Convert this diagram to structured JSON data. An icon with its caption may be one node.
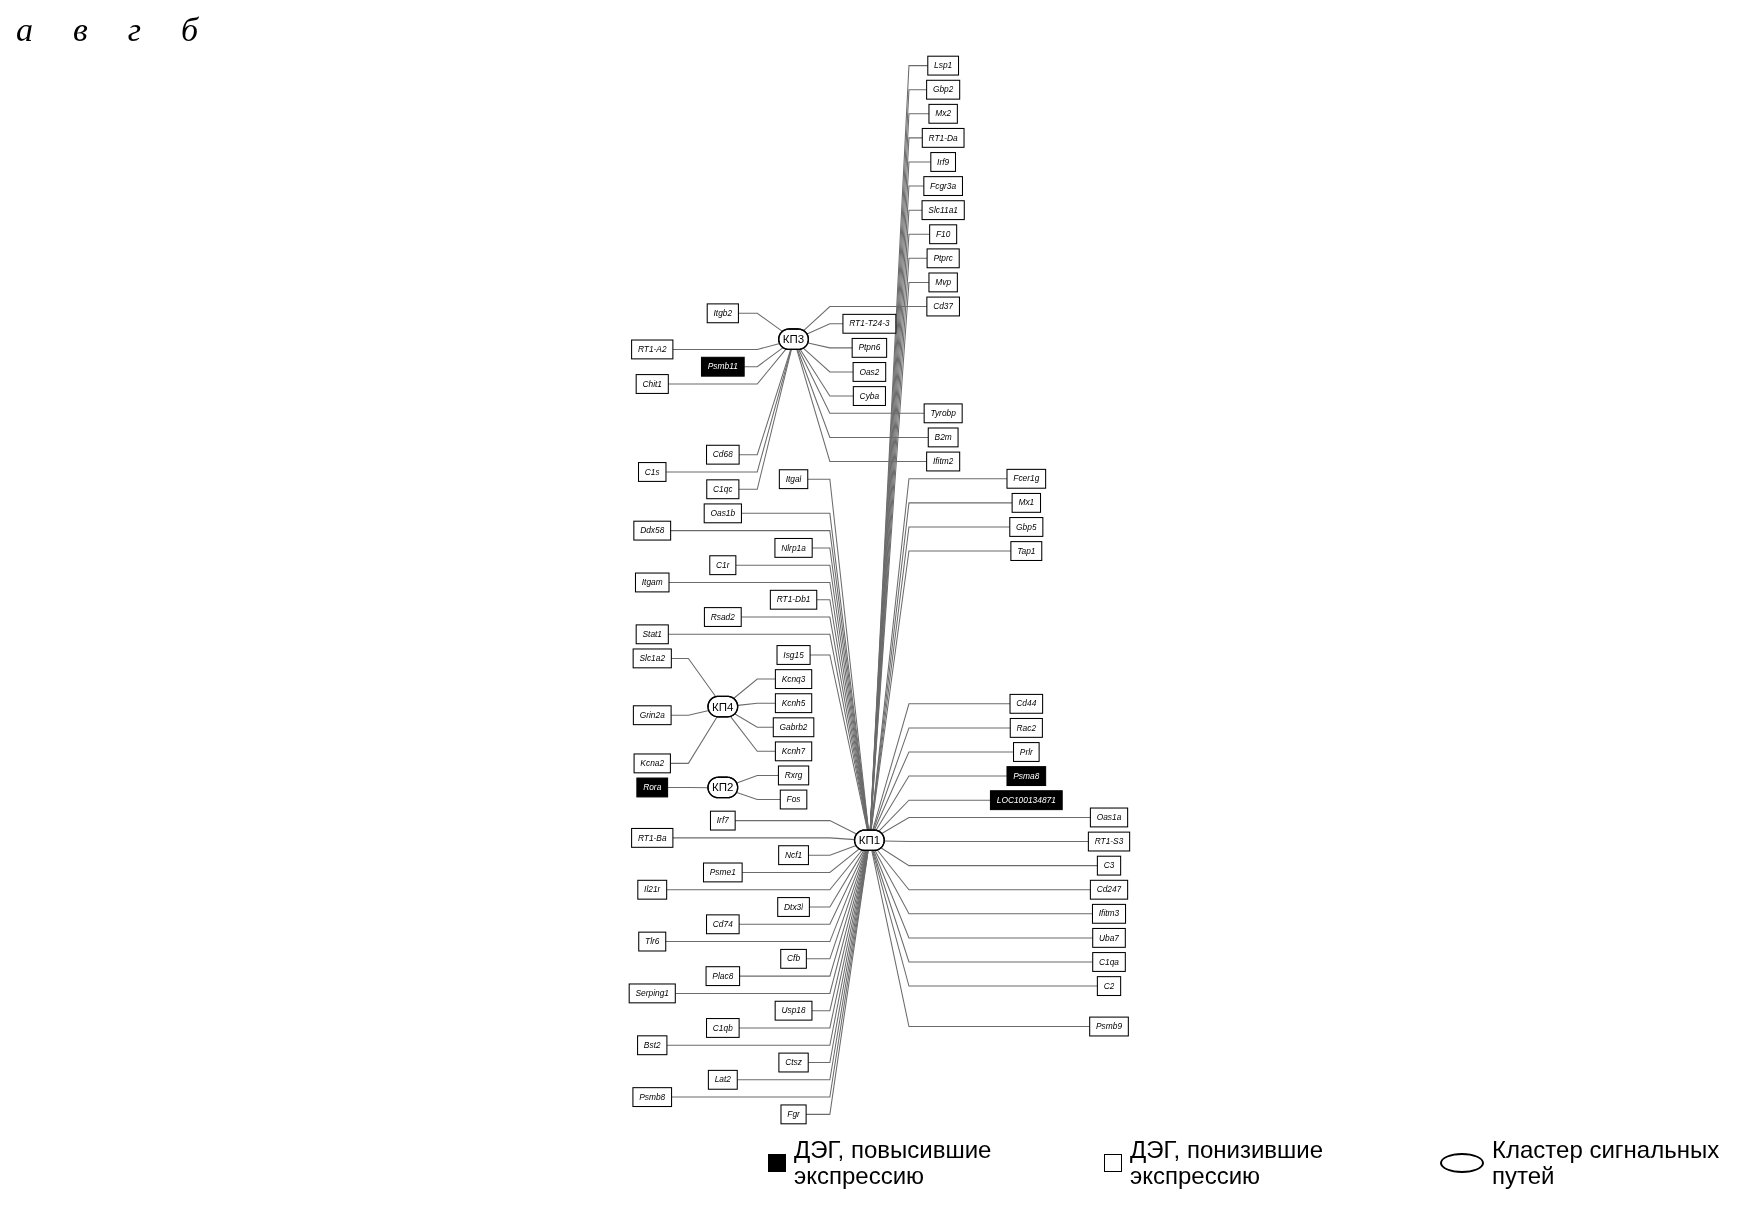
{
  "diagram": {
    "nodes": [
      {
        "text": [
          "КП1"
        ]
      },
      {
        "text": [
          "Lsp1"
        ]
      },
      {
        "text": [
          "Itgal"
        ]
      },
      {
        "text": [
          "Fcer1g"
        ]
      },
      {
        "text": [
          "Oas1b"
        ]
      },
      {
        "text": [
          "Oas1a"
        ]
      },
      {
        "text": [
          "Ddx58"
        ]
      },
      {
        "text": [
          "Gbp2"
        ]
      },
      {
        "text": [
          "Nlrp1a"
        ]
      },
      {
        "text": [
          "Mx1"
        ]
      },
      {
        "text": [
          "C1r"
        ]
      },
      {
        "text": [
          "RT1-S3"
        ]
      },
      {
        "text": [
          "Itgam"
        ]
      },
      {
        "text": [
          "Mx2"
        ]
      },
      {
        "text": [
          "RT1-Db1"
        ]
      },
      {
        "text": [
          "Gbp5"
        ]
      },
      {
        "text": [
          "Rsad2"
        ]
      },
      {
        "text": [
          "C3"
        ]
      },
      {
        "text": [
          "Stat1"
        ]
      },
      {
        "text": [
          "RT1-Da"
        ]
      },
      {
        "text": [
          "Isg15"
        ]
      },
      {
        "text": [
          "Tap1"
        ]
      },
      {
        "text": [
          "Irf7"
        ]
      },
      {
        "text": [
          "Cd247"
        ]
      },
      {
        "text": [
          "RT1-Ba"
        ]
      },
      {
        "text": [
          "Irf9"
        ]
      },
      {
        "text": [
          "Ncf1"
        ]
      },
      {
        "text": [
          "Cd44"
        ]
      },
      {
        "text": [
          "Psme1"
        ]
      },
      {
        "text": [
          "Ifitm3"
        ]
      },
      {
        "text": [
          "Il21r"
        ]
      },
      {
        "text": [
          "Fcgr3a"
        ]
      },
      {
        "text": [
          "Dtx3l"
        ]
      },
      {
        "text": [
          "Rac2"
        ]
      },
      {
        "text": [
          "Cd74"
        ]
      },
      {
        "text": [
          "Uba7"
        ]
      },
      {
        "text": [
          "Tlr6"
        ]
      },
      {
        "text": [
          "Slc11a1"
        ]
      },
      {
        "text": [
          "Cfb"
        ]
      },
      {
        "text": [
          "Prlr"
        ]
      },
      {
        "text": [
          "Plac8"
        ]
      },
      {
        "text": [
          "C1qa"
        ]
      },
      {
        "text": [
          "Serping1"
        ]
      },
      {
        "text": [
          "F10"
        ]
      },
      {
        "text": [
          "Usp18"
        ]
      },
      {
        "text": [
          "Psma8"
        ]
      },
      {
        "text": [
          "C1qb"
        ]
      },
      {
        "text": [
          "C2"
        ]
      },
      {
        "text": [
          "Bst2"
        ]
      },
      {
        "text": [
          "Ptprc"
        ]
      },
      {
        "text": [
          "Ctsz"
        ]
      },
      {
        "text": [
          "LOC100134871"
        ]
      },
      {
        "text": [
          "Lat2"
        ]
      },
      {
        "text": [
          "Psmb9"
        ]
      },
      {
        "text": [
          "Psmb8"
        ]
      },
      {
        "text": [
          "Mvp"
        ]
      },
      {
        "text": [
          "Fgr"
        ]
      },
      {
        "text": [
          "КП3"
        ]
      },
      {
        "text": [
          "RT1-T24-3"
        ]
      },
      {
        "text": [
          "Itgb2"
        ]
      },
      {
        "text": [
          "Cd37"
        ]
      },
      {
        "text": [
          "RT1-A2"
        ]
      },
      {
        "text": [
          "Ptpn6"
        ]
      },
      {
        "text": [
          "Psmb11"
        ]
      },
      {
        "text": [
          "Tyrobp"
        ]
      },
      {
        "text": [
          "Chit1"
        ]
      },
      {
        "text": [
          "Oas2"
        ]
      },
      {
        "text": [
          "Cd68"
        ]
      },
      {
        "text": [
          "B2m"
        ]
      },
      {
        "text": [
          "C1s"
        ]
      },
      {
        "text": [
          "Cyba"
        ]
      },
      {
        "text": [
          "C1qc"
        ]
      },
      {
        "text": [
          "Ifitm2"
        ]
      },
      {
        "text": [
          "КП4"
        ]
      },
      {
        "text": [
          "Kcnq3"
        ]
      },
      {
        "text": [
          "Slc1a2"
        ]
      },
      {
        "text": [
          "Kcnh5"
        ]
      },
      {
        "text": [
          "Grin2a"
        ]
      },
      {
        "text": [
          "Gabrb2"
        ]
      },
      {
        "text": [
          "Kcna2"
        ]
      },
      {
        "text": [
          "Kcnh7"
        ]
      },
      {
        "text": [
          "КП2"
        ]
      },
      {
        "text": [
          "Rxrg"
        ]
      },
      {
        "text": [
          "Rora"
        ]
      },
      {
        "text": [
          "Fos"
        ]
      }
    ],
    "edges": [
      {
        "from": 0,
        "to": 1,
        "arrow": "none"
      },
      {
        "from": 0,
        "to": 2,
        "arrow": "none"
      },
      {
        "from": 0,
        "to": 3,
        "arrow": "none"
      },
      {
        "from": 0,
        "to": 4,
        "arrow": "none"
      },
      {
        "from": 0,
        "to": 5,
        "arrow": "none"
      },
      {
        "from": 0,
        "to": 6,
        "arrow": "none"
      },
      {
        "from": 0,
        "to": 7,
        "arrow": "none"
      },
      {
        "from": 0,
        "to": 8,
        "arrow": "none"
      },
      {
        "from": 0,
        "to": 9,
        "arrow": "none"
      },
      {
        "from": 0,
        "to": 10,
        "arrow": "none"
      },
      {
        "from": 0,
        "to": 11,
        "arrow": "none"
      },
      {
        "from": 0,
        "to": 12,
        "arrow": "none"
      },
      {
        "from": 0,
        "to": 13,
        "arrow": "none"
      },
      {
        "from": 0,
        "to": 14,
        "arrow": "none"
      },
      {
        "from": 0,
        "to": 15,
        "arrow": "none"
      },
      {
        "from": 0,
        "to": 16,
        "arrow": "none"
      },
      {
        "from": 0,
        "to": 17,
        "arrow": "none"
      },
      {
        "from": 0,
        "to": 18,
        "arrow": "none"
      },
      {
        "from": 0,
        "to": 19,
        "arrow": "none"
      },
      {
        "from": 0,
        "to": 20,
        "arrow": "none"
      },
      {
        "from": 0,
        "to": 21,
        "arrow": "none"
      },
      {
        "from": 0,
        "to": 22,
        "arrow": "none"
      },
      {
        "from": 0,
        "to": 23,
        "arrow": "none"
      },
      {
        "from": 0,
        "to": 24,
        "arrow": "none"
      },
      {
        "from": 0,
        "to": 25,
        "arrow": "none"
      },
      {
        "from": 0,
        "to": 26,
        "arrow": "none"
      },
      {
        "from": 0,
        "to": 27,
        "arrow": "none"
      },
      {
        "from": 0,
        "to": 28,
        "arrow": "none"
      },
      {
        "from": 0,
        "to": 29,
        "arrow": "none"
      },
      {
        "from": 0,
        "to": 30,
        "arrow": "none"
      },
      {
        "from": 0,
        "to": 31,
        "arrow": "none"
      },
      {
        "from": 0,
        "to": 32,
        "arrow": "none"
      },
      {
        "from": 0,
        "to": 33,
        "arrow": "none"
      },
      {
        "from": 0,
        "to": 34,
        "arrow": "none"
      },
      {
        "from": 0,
        "to": 35,
        "arrow": "none"
      },
      {
        "from": 0,
        "to": 36,
        "arrow": "none"
      },
      {
        "from": 0,
        "to": 37,
        "arrow": "none"
      },
      {
        "from": 0,
        "to": 38,
        "arrow": "none"
      },
      {
        "from": 0,
        "to": 39,
        "arrow": "none"
      },
      {
        "from": 0,
        "to": 40,
        "arrow": "none"
      },
      {
        "from": 0,
        "to": 41,
        "arrow": "none"
      },
      {
        "from": 0,
        "to": 42,
        "arrow": "none"
      },
      {
        "from": 0,
        "to": 43,
        "arrow": "none"
      },
      {
        "from": 0,
        "to": 44,
        "arrow": "none"
      },
      {
        "from": 0,
        "to": 45,
        "arrow": "none"
      },
      {
        "from": 0,
        "to": 46,
        "arrow": "none"
      },
      {
        "from": 0,
        "to": 47,
        "arrow": "none"
      },
      {
        "from": 0,
        "to": 48,
        "arrow": "none"
      },
      {
        "from": 0,
        "to": 49,
        "arrow": "none"
      },
      {
        "from": 0,
        "to": 50,
        "arrow": "none"
      },
      {
        "from": 0,
        "to": 51,
        "arrow": "none"
      },
      {
        "from": 0,
        "to": 52,
        "arrow": "none"
      },
      {
        "from": 0,
        "to": 53,
        "arrow": "none"
      },
      {
        "from": 0,
        "to": 54,
        "arrow": "none"
      },
      {
        "from": 0,
        "to": 55,
        "arrow": "none"
      },
      {
        "from": 0,
        "to": 56,
        "arrow": "none"
      },
      {
        "from": 57,
        "to": 58,
        "arrow": "none"
      },
      {
        "from": 57,
        "to": 59,
        "arrow": "none"
      },
      {
        "from": 57,
        "to": 60,
        "arrow": "none"
      },
      {
        "from": 57,
        "to": 61,
        "arrow": "none"
      },
      {
        "from": 57,
        "to": 62,
        "arrow": "none"
      },
      {
        "from": 57,
        "to": 63,
        "arrow": "none"
      },
      {
        "from": 57,
        "to": 64,
        "arrow": "none"
      },
      {
        "from": 57,
        "to": 65,
        "arrow": "none"
      },
      {
        "from": 57,
        "to": 66,
        "arrow": "none"
      },
      {
        "from": 57,
        "to": 67,
        "arrow": "none"
      },
      {
        "from": 57,
        "to": 68,
        "arrow": "none"
      },
      {
        "from": 57,
        "to": 69,
        "arrow": "none"
      },
      {
        "from": 57,
        "to": 70,
        "arrow": "none"
      },
      {
        "from": 57,
        "to": 71,
        "arrow": "none"
      },
      {
        "from": 57,
        "to": 72,
        "arrow": "none"
      },
      {
        "from": 73,
        "to": 74,
        "arrow": "none"
      },
      {
        "from": 73,
        "to": 75,
        "arrow": "none"
      },
      {
        "from": 73,
        "to": 76,
        "arrow": "none"
      },
      {
        "from": 73,
        "to": 77,
        "arrow": "none"
      },
      {
        "from": 73,
        "to": 78,
        "arrow": "none"
      },
      {
        "from": 73,
        "to": 79,
        "arrow": "none"
      },
      {
        "from": 73,
        "to": 80,
        "arrow": "none"
      },
      {
        "from": 81,
        "to": 82,
        "arrow": "none"
      },
      {
        "from": 81,
        "to": 83,
        "arrow": "none"
      },
      {
        "from": 81,
        "to": 84,
        "arrow": "none"
      }
    ],
    "labels": [
      "а",
      "в",
      "г",
      "б"
    ],
    "legend": [
      {
        "text": "ДЭГ, повысившие экспрессию",
        "color": "#000000"
      },
      {
        "text": "ДЭГ, понизившие экспрессию",
        "color": "#ffffff"
      },
      {
        "text": "Кластер сигнальных путей"
      }
    ]
  }
}
